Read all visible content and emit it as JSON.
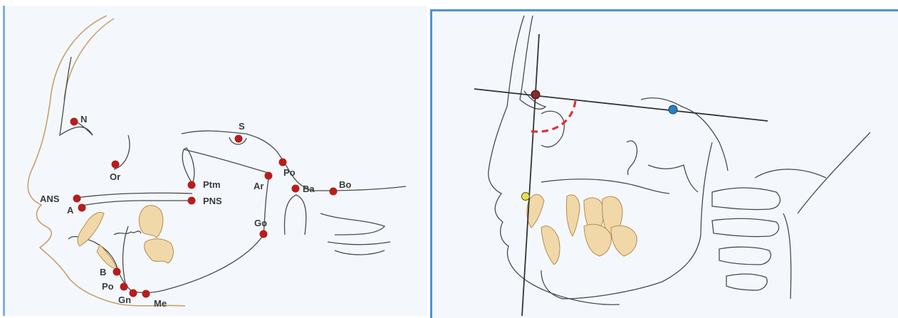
{
  "left_panel": {
    "landmarks": [
      {
        "id": "N",
        "label": "N"
      },
      {
        "id": "Or",
        "label": "Or"
      },
      {
        "id": "S",
        "label": "S"
      },
      {
        "id": "Po_ear",
        "label": "Po"
      },
      {
        "id": "Ptm",
        "label": "Ptm"
      },
      {
        "id": "Ar",
        "label": "Ar"
      },
      {
        "id": "Ba",
        "label": "Ba"
      },
      {
        "id": "Bo",
        "label": "Bo"
      },
      {
        "id": "ANS",
        "label": "ANS"
      },
      {
        "id": "A",
        "label": "A"
      },
      {
        "id": "PNS",
        "label": "PNS"
      },
      {
        "id": "Go",
        "label": "Go"
      },
      {
        "id": "B",
        "label": "B"
      },
      {
        "id": "Po_chin",
        "label": "Po"
      },
      {
        "id": "Gn",
        "label": "Gn"
      },
      {
        "id": "Me",
        "label": "Me"
      }
    ],
    "point_color": "#b81c1c"
  },
  "right_panel": {
    "points": [
      {
        "id": "nasion",
        "color": "#8a2a2a"
      },
      {
        "id": "porion",
        "color": "#2a7fc0"
      },
      {
        "id": "a-point",
        "color": "#e8e050"
      }
    ],
    "arc_color": "#e03030",
    "line_color": "#333333"
  }
}
